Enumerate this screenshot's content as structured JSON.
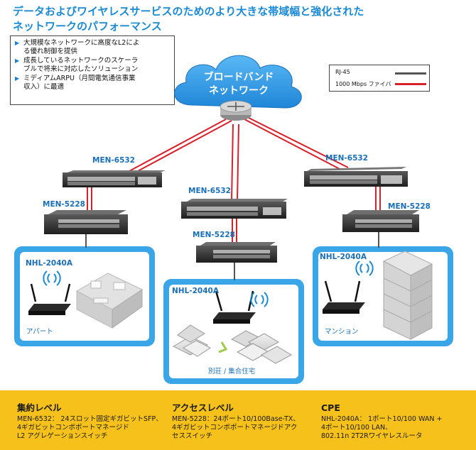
{
  "title": [
    "データおよびワイヤレスサービスのためのより大きな帯域幅と強化された",
    "ネットワークのパフォーマンス"
  ],
  "bullets": [
    [
      "大規模なネットワークに高度なL2によ",
      "る優れ制御を提供"
    ],
    [
      "成長しているネットワークのスケーラ",
      "ブルで将来に対応したソリューション"
    ],
    [
      "ミディアムARPU（月間電気通信事業",
      "収入）に最適"
    ]
  ],
  "cloud_label": [
    "ブロードバンド",
    "ネットワーク"
  ],
  "legend": {
    "rj45": "RJ-45",
    "fiber": "1000 Mbps ファイバ",
    "rj45_color": "#555555",
    "fiber_color": "#d8202a"
  },
  "devices": {
    "men6532": "MEN-6532",
    "men5228": "MEN-5228",
    "nhl2040a": "NHL-2040A"
  },
  "places": {
    "apartment": "アパート",
    "villa": "別荘 / 集合住宅",
    "mansion": "マンション"
  },
  "footer": {
    "aggregation": {
      "heading": "集約レベル",
      "lines": [
        "MEN-6532： 24スロット固定ギガビットSFP、",
        "4ギガビットコンボポートマネージド",
        "L2 アグレゲーションスイッチ"
      ]
    },
    "access": {
      "heading": "アクセスレベル",
      "lines": [
        "MEN-5228：24ポート10/100Base-TX、",
        "4ギガビットコンボポートマネージドアク",
        "セススイッチ"
      ]
    },
    "cpe": {
      "heading": "CPE",
      "lines": [
        "NHL-2040A： 1ポート10/100 WAN +",
        "4ポート10/100 LAN、",
        "802.11n 2T2Rワイヤレスルータ"
      ]
    }
  },
  "colors": {
    "accent_blue": "#1a8ad4",
    "panel_blue": "#3aa6e8",
    "footer_yellow": "#f6c11a",
    "fiber_red": "#d8202a"
  }
}
